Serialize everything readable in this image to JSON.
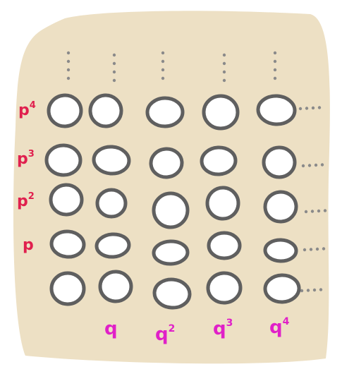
{
  "colors": {
    "background": "#ede0c4",
    "circle_fill": "#ffffff",
    "circle_stroke": "#5f5f5f",
    "row_label": "#e0204e",
    "col_label": "#e020c8",
    "dots": "#8a8a8a"
  },
  "grid": {
    "rows": 5,
    "cols": 5,
    "continues_up": true,
    "continues_right": true
  },
  "row_labels": [
    {
      "base": "p",
      "exp": "4"
    },
    {
      "base": "p",
      "exp": "3"
    },
    {
      "base": "p",
      "exp": "2"
    },
    {
      "base": "p",
      "exp": ""
    },
    {
      "base": "",
      "exp": ""
    }
  ],
  "col_labels": [
    {
      "base": "",
      "exp": ""
    },
    {
      "base": "q",
      "exp": ""
    },
    {
      "base": "q",
      "exp": "2"
    },
    {
      "base": "q",
      "exp": "3"
    },
    {
      "base": "q",
      "exp": "4"
    }
  ]
}
